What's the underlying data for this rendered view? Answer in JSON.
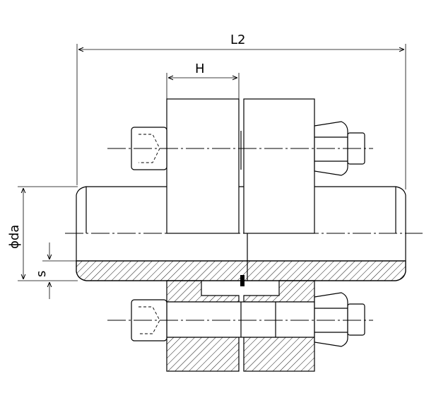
{
  "dimensions": {
    "length_label": "L2",
    "height_label": "H",
    "diameter_label": "ϕda",
    "wall_label": "s"
  }
}
